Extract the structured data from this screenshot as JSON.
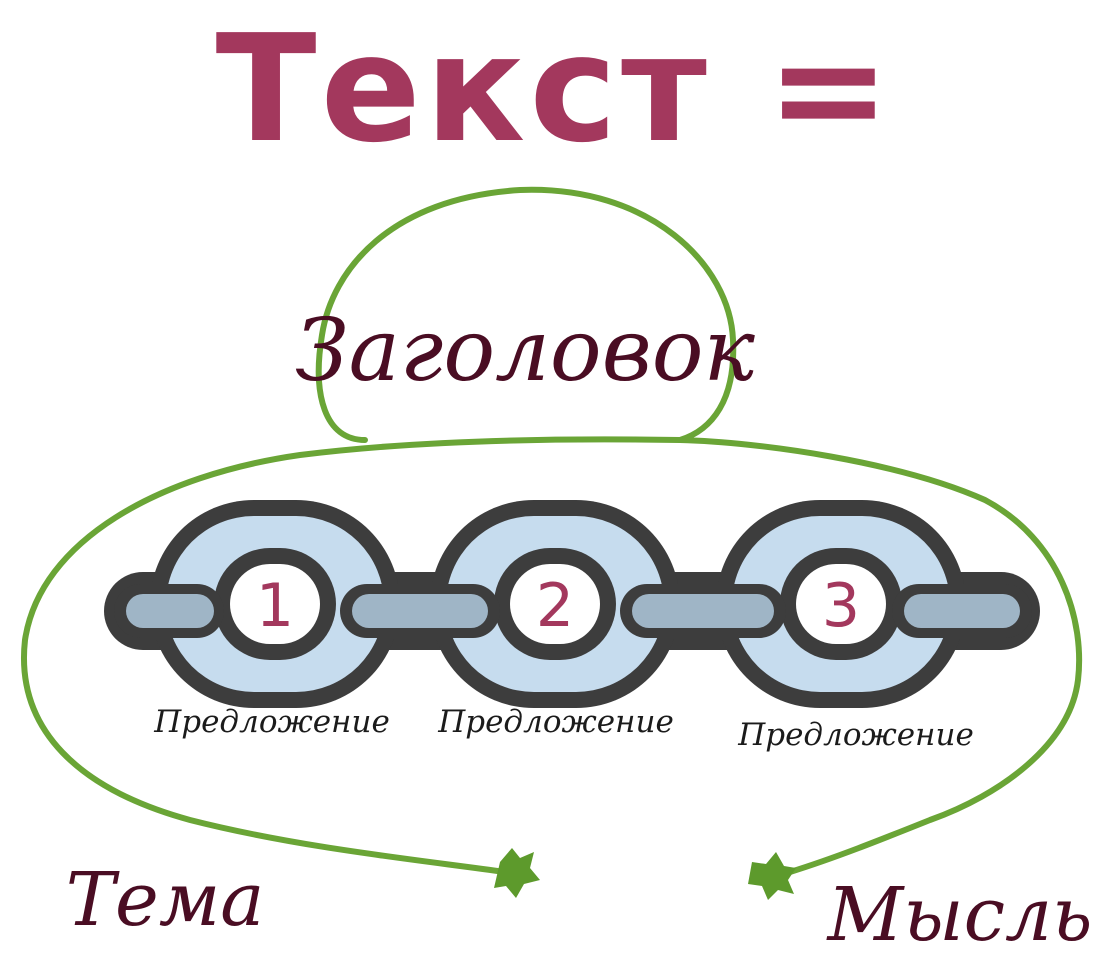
{
  "title": "Текст =",
  "heading": "Заголовок",
  "chain": {
    "links": [
      {
        "number": "1",
        "label": "Предложение"
      },
      {
        "number": "2",
        "label": "Предложение"
      },
      {
        "number": "3",
        "label": "Предложение"
      }
    ]
  },
  "topic_label": "Тема",
  "idea_label": "Мысль",
  "colors": {
    "title": "#a3385d",
    "dark_text": "#4a0d23",
    "line": "#6aa536",
    "link_outline": "#3d3d3d",
    "link_fill": "#c6dcee",
    "bar_fill": "#9fb5c6"
  }
}
